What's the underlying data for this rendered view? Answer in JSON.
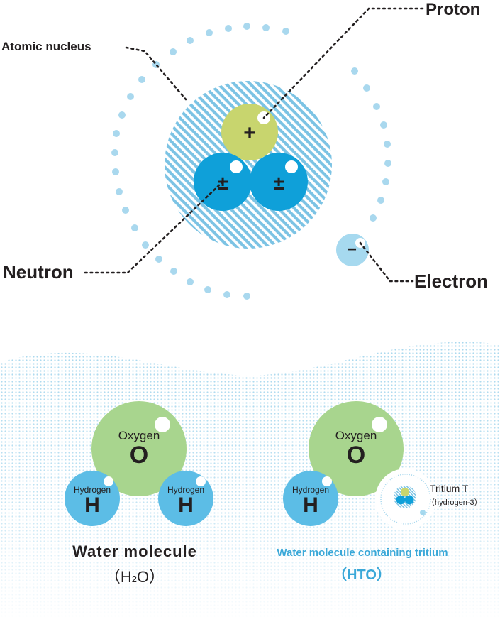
{
  "atom": {
    "labels": {
      "atomic_nucleus": "Atomic nucleus",
      "proton": "Proton",
      "neutron": "Neutron",
      "electron": "Electron"
    },
    "symbols": {
      "proton": "+",
      "neutron": "±",
      "electron": "−"
    }
  },
  "molecules": {
    "h2o": {
      "oxygen_label": "Oxygen",
      "oxygen_symbol": "O",
      "hydrogen_label": "Hydrogen",
      "hydrogen_symbol": "H",
      "caption": "Water molecule",
      "formula_prefix": "（H",
      "formula_sub": "2",
      "formula_suffix": "O）"
    },
    "hto": {
      "oxygen_label": "Oxygen",
      "oxygen_symbol": "O",
      "hydrogen_label": "Hydrogen",
      "hydrogen_symbol": "H",
      "tritium_label": "Tritium T",
      "tritium_sub": "（hydrogen-3）",
      "caption": "Water molecule containing tritium",
      "formula": "（HTO）"
    }
  },
  "colors": {
    "proton": "#c8d56e",
    "neutron": "#0fa0d9",
    "electron": "#a6d9ef",
    "oxygen": "#a8d58e",
    "hydrogen": "#5cbde6",
    "orbit_dot": "#a9d8ee",
    "hatch": "#7cc3e4",
    "caption_blue": "#3aa8d8",
    "text": "#231f20"
  }
}
